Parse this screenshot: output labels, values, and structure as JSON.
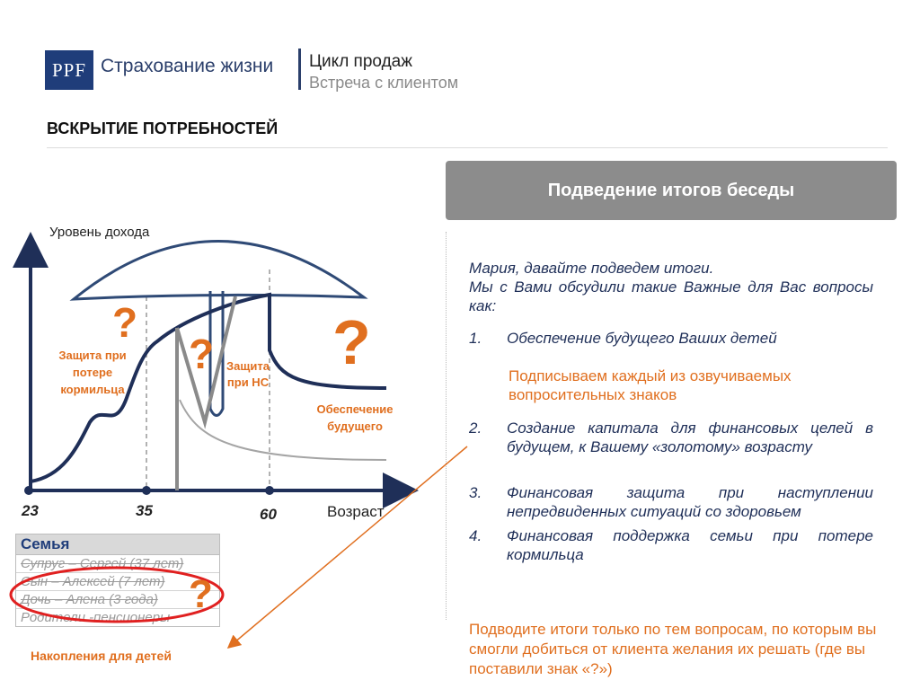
{
  "header": {
    "logo_text": "PPF",
    "brand": "Страхование жизни",
    "subtitle_1": "Цикл продаж",
    "subtitle_2": "Встреча с клиентом"
  },
  "section_title": "ВСКРЫТИЕ ПОТРЕБНОСТЕЙ",
  "banner": "Подведение итогов  беседы",
  "diagram": {
    "y_axis_label": "Уровень дохода",
    "x_axis_label": "Возраст",
    "ages": [
      "23",
      "35",
      "60"
    ],
    "qmark": "?",
    "labels": {
      "breadwinner": [
        "Защита при",
        "потере",
        "кормильца"
      ],
      "accident": [
        "Защита",
        "при НС"
      ],
      "future": [
        "Обеспечение",
        "будущего"
      ]
    }
  },
  "family": {
    "title": "Семья",
    "rows": [
      "Супруг – Сергей (37 лет)",
      "Сын – Алексей (7 лет)",
      "Дочь – Алена (3 года)",
      "Родители -пенсионеры"
    ]
  },
  "kids_savings": "Накопления для детей",
  "script": {
    "intro_1": "Мария, давайте подведем итоги.",
    "intro_2": "Мы с Вами обсудили такие Важные для Вас вопросы как:",
    "items": [
      {
        "num": "1.",
        "text": "Обеспечение будущего Ваших детей"
      },
      {
        "num": "2.",
        "text": "Создание капитала для финансовых целей в будущем, к Вашему «золотому» возрасту"
      },
      {
        "num": "3.",
        "text": "Финансовая защита при наступлении непредвиденных ситуаций со здоровьем"
      },
      {
        "num": "4.",
        "text": "Финансовая поддержка семьи при потере кормильца"
      }
    ],
    "note": "Подписываем каждый из озвучиваемых вопросительных знаков",
    "footer": "Подводите итоги только по тем вопросам, по которым вы смогли добиться от клиента желания их решать (где вы поставили знак «?»)"
  },
  "colors": {
    "brand_blue": "#1f3d7a",
    "curve_blue": "#1f2f58",
    "accent_orange": "#e06f1f",
    "banner_gray": "#8c8c8c",
    "circle_red": "#e02020"
  }
}
